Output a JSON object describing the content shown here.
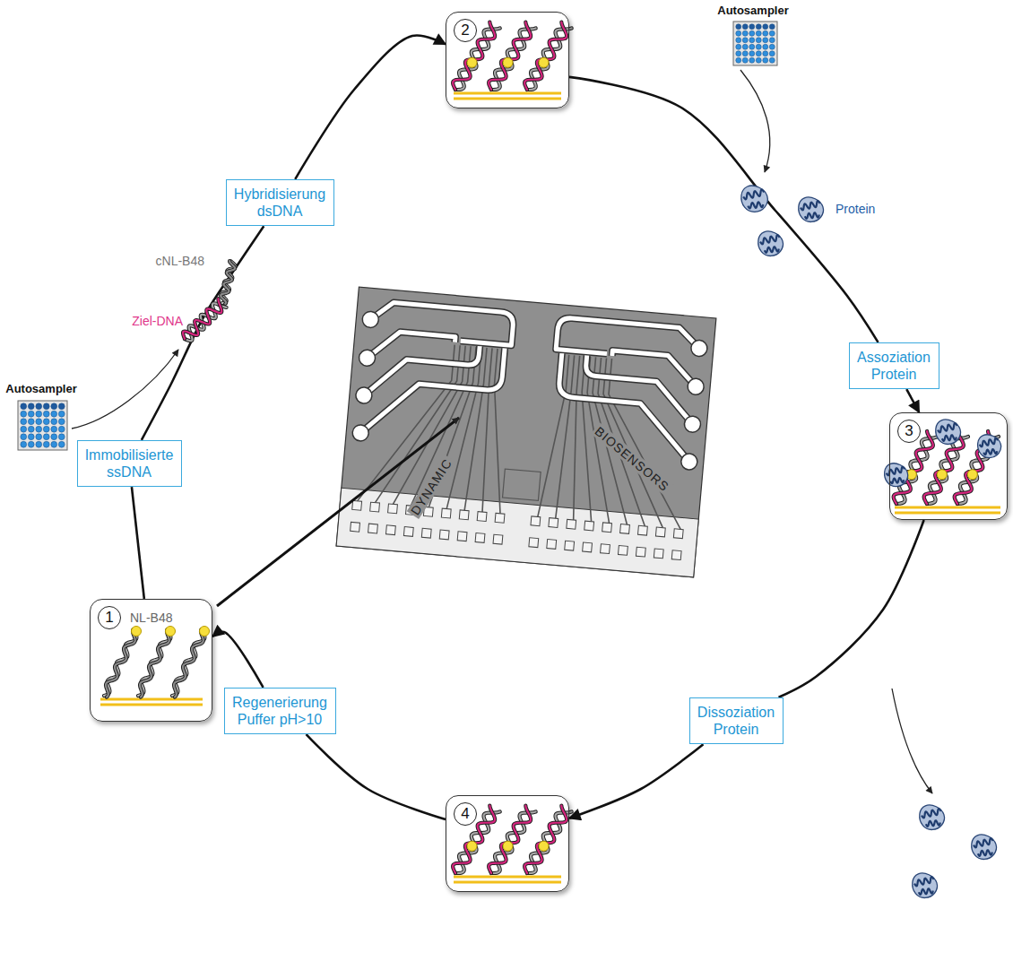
{
  "diagram": {
    "nodes": [
      {
        "text": [
          "2"
        ]
      },
      {
        "text": [
          "Hybridisierung dsDNA"
        ]
      },
      {
        "text": [
          "Assoziation Protein"
        ]
      },
      {
        "text": [
          "Immobilisierte ssDNA"
        ]
      },
      {
        "text": [
          "3"
        ]
      },
      {
        "text": [
          "1",
          "NL-B48"
        ]
      },
      {
        "text": [
          "Regenerierung Puffer pH>10"
        ]
      },
      {
        "text": [
          "Dissoziation Protein"
        ]
      },
      {
        "text": [
          "4"
        ]
      }
    ],
    "edges": [
      {
        "from": 5,
        "to": 3,
        "arrow": "none"
      },
      {
        "from": 3,
        "to": 1,
        "arrow": "none"
      },
      {
        "from": 1,
        "to": 0,
        "arrow": "to"
      },
      {
        "from": 0,
        "to": 2,
        "arrow": "none"
      },
      {
        "from": 2,
        "to": 4,
        "arrow": "to"
      },
      {
        "from": 4,
        "to": 7,
        "arrow": "none"
      },
      {
        "from": 7,
        "to": 8,
        "arrow": "to"
      },
      {
        "from": 8,
        "to": 6,
        "arrow": "none"
      },
      {
        "from": 6,
        "to": 5,
        "arrow": "to"
      }
    ],
    "labels": [
      "Autosampler",
      "Autosampler",
      "Protein",
      "cNL-B48",
      "Ziel-DNA",
      "DYNAMIC",
      "BIOSENSORS"
    ]
  }
}
